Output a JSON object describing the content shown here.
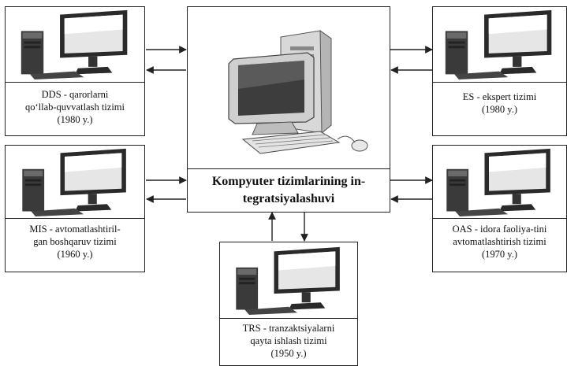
{
  "center": {
    "title_lines": [
      "Kompyuter tizimlarining in-",
      "tegratsiyalashuvi"
    ],
    "image_icon": "desktop-computer-icon"
  },
  "systems": {
    "dds": {
      "lines": [
        "DDS - qarorlarni",
        "qo‘llab-quvvatlash tizimi",
        "(1980 y.)"
      ],
      "icon": "monitor-pc-icon"
    },
    "es": {
      "lines": [
        "ES - ekspert tizimi",
        "(1980 y.)"
      ],
      "icon": "monitor-pc-icon"
    },
    "mis": {
      "lines": [
        "MIS - avtomatlashtiril-",
        "gan boshqaruv tizimi",
        "(1960 y.)"
      ],
      "icon": "monitor-pc-icon"
    },
    "oas": {
      "lines": [
        "OAS - idora faoliya-tini",
        "avtomatlashtirish tizimi",
        "(1970 y.)"
      ],
      "icon": "monitor-pc-icon"
    },
    "trs": {
      "lines": [
        "TRS - tranzaktsiyalarni",
        "qayta ishlash tizimi",
        "(1950 y.)"
      ],
      "icon": "monitor-pc-icon"
    }
  }
}
